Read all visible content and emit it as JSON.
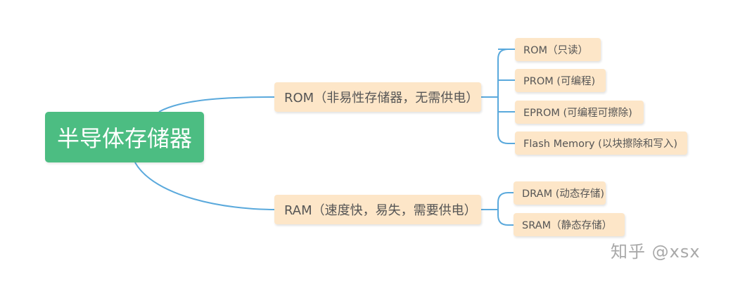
{
  "root": {
    "label": "半导体存储器"
  },
  "branches": [
    {
      "label": "ROM（非易性存储器，无需供电）",
      "children": [
        "ROM（只读）",
        "PROM (可编程)",
        "EPROM (可编程可擦除)",
        "Flash Memory (以块擦除和写入)"
      ]
    },
    {
      "label": "RAM（速度快，易失，需要供电）",
      "children": [
        "DRAM (动态存储)",
        "SRAM（静态存储）"
      ]
    }
  ],
  "watermark": "知乎 @xsx",
  "colors": {
    "root_fill": "#4cbd82",
    "node_fill": "#fde6c8",
    "connector": "#5aa9dc",
    "text": "#555555"
  }
}
